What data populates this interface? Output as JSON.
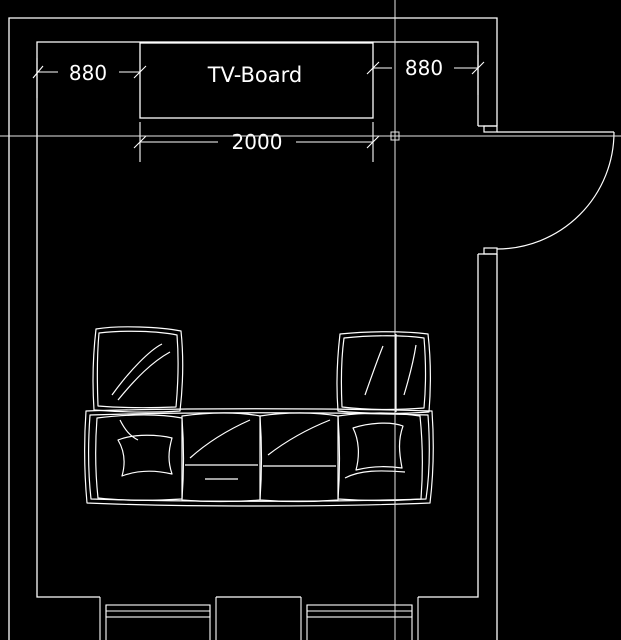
{
  "drawing": {
    "background": "#000000",
    "line_color": "#ffffff",
    "crosshair_color": "#e6e6e6"
  },
  "labels": {
    "tv_board": "TV-Board",
    "dim_left": "880",
    "dim_right": "880",
    "dim_bottom": "2000"
  }
}
